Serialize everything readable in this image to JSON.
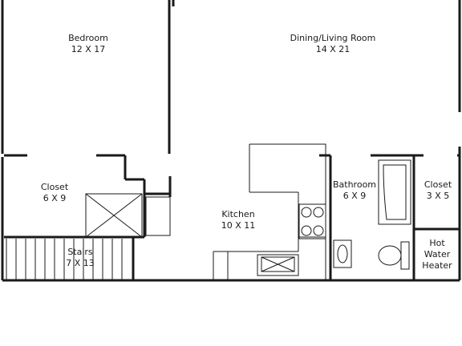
{
  "rooms": {
    "bedroom": {
      "name": "Bedroom",
      "size": "12 X 17"
    },
    "dining_living": {
      "name": "Dining/Living Room",
      "size": "14 X 21"
    },
    "closet_left": {
      "name": "Closet",
      "size": "6 X 9"
    },
    "kitchen": {
      "name": "Kitchen",
      "size": "10 X 11"
    },
    "bathroom": {
      "name": "Bathroom",
      "size": "6 X 9"
    },
    "closet_right": {
      "name": "Closet",
      "size": "3 X 5"
    },
    "stairs": {
      "name": "Stairs",
      "size": "7 X 13"
    },
    "water_heater": {
      "line1": "Hot",
      "line2": "Water",
      "line3": "Heater"
    }
  }
}
